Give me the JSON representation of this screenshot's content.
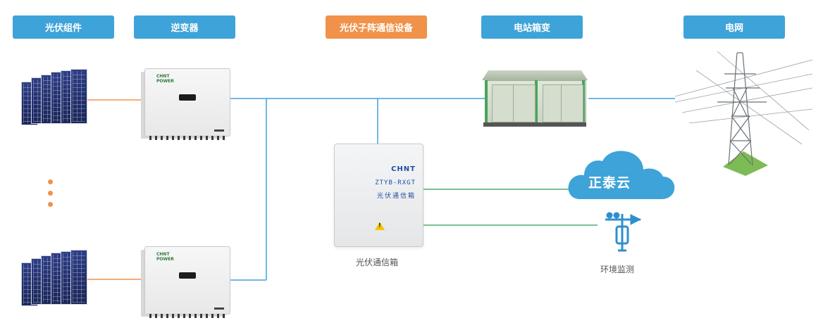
{
  "headers": {
    "pv_modules": "光伏组件",
    "inverter": "逆变器",
    "subarray_comm": "光伏子阵通信设备",
    "box_transformer": "电站箱变",
    "grid": "电网"
  },
  "comm_box": {
    "brand": "CHNT",
    "model": "ZTYB-RXGT",
    "name": "光伏通信箱",
    "caption": "光伏通信箱"
  },
  "inverter_brand": "CHNT",
  "inverter_brand_sub": "POWER",
  "cloud": {
    "label": "正泰云"
  },
  "env_monitor": {
    "caption": "环境监测"
  },
  "colors": {
    "header_blue": "#3ea3d8",
    "header_orange": "#f0924a",
    "line_blue": "#3ea3d8",
    "line_orange": "#f0924a",
    "line_green": "#4cae6d",
    "cloud_blue": "#3ea3d8"
  },
  "icons": [
    "solar-panel-icon",
    "inverter-icon",
    "comm-box-icon",
    "transformer-icon",
    "tower-icon",
    "cloud-icon",
    "weather-station-icon",
    "ellipsis-dots-icon"
  ]
}
